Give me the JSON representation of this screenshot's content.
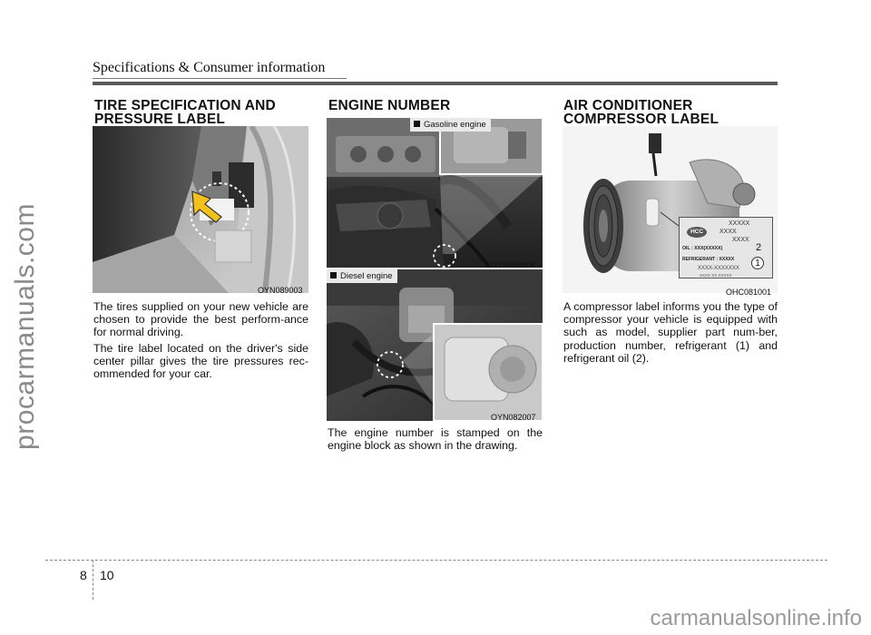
{
  "header": {
    "title": "Specifications & Consumer information"
  },
  "watermarks": {
    "side": "procarmanuals.com",
    "bottom": "carmanualsonline.info"
  },
  "tire": {
    "heading_line1": "TIRE SPECIFICATION AND",
    "heading_line2": "PRESSURE LABEL",
    "photo_code": "OYN089003",
    "paragraphs": [
      "The tires supplied on your new vehicle are chosen to provide the best perform-ance for normal driving.",
      "The tire label located on the driver's side center pillar gives the tire pressures rec-ommended for your car."
    ]
  },
  "engine": {
    "heading": "ENGINE NUMBER",
    "gasoline_tag": "Gasoline engine",
    "gasoline_code": "OYN089006",
    "diesel_tag": "Diesel engine",
    "diesel_code": "OYN082007",
    "paragraph": "The engine number is stamped on the engine block as shown in the drawing."
  },
  "ac": {
    "heading_line1": "AIR CONDITIONER",
    "heading_line2": "COMPRESSOR LABEL",
    "photo_code": "OHC081001",
    "label": {
      "brand": "HCC",
      "lines": [
        "XXXXX",
        "XXXX",
        "XXXX"
      ],
      "oil_text": "OIL : XXX(XXXXX)",
      "refrigerant_text": "REFRIGERANT : XXXXX",
      "part_text": "XXXX-XXXXXXX",
      "small_text": "XXXX XX XXXXX",
      "callout_1": "1",
      "callout_2": "2"
    },
    "paragraph": "A compressor label informs you the type of compressor your vehicle is equipped with such as model, supplier part num-ber, production number, refrigerant (1) and refrigerant oil (2)."
  },
  "footer": {
    "chapter": "8",
    "page": "10"
  }
}
